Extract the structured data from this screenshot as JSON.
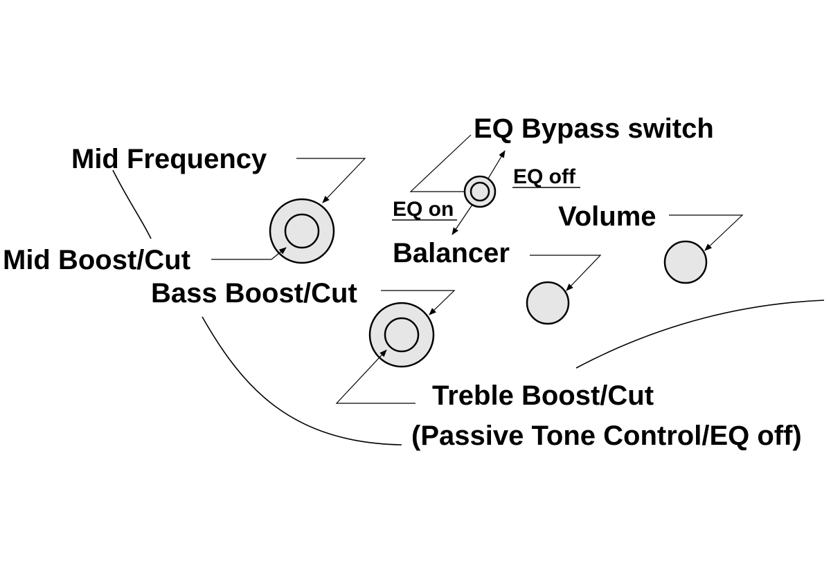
{
  "labels": {
    "eq_bypass_switch": "EQ Bypass switch",
    "eq_off": "EQ off",
    "eq_on": "EQ on",
    "mid_frequency": "Mid Frequency",
    "mid_boost_cut": "Mid Boost/Cut",
    "volume": "Volume",
    "balancer": "Balancer",
    "bass_boost_cut": "Bass Boost/Cut",
    "treble_boost_cut": "Treble Boost/Cut",
    "passive_tone": "(Passive Tone Control/EQ off)"
  },
  "colors": {
    "knob_fill": "#e6e6e6",
    "line": "#000000",
    "text": "#000000"
  }
}
